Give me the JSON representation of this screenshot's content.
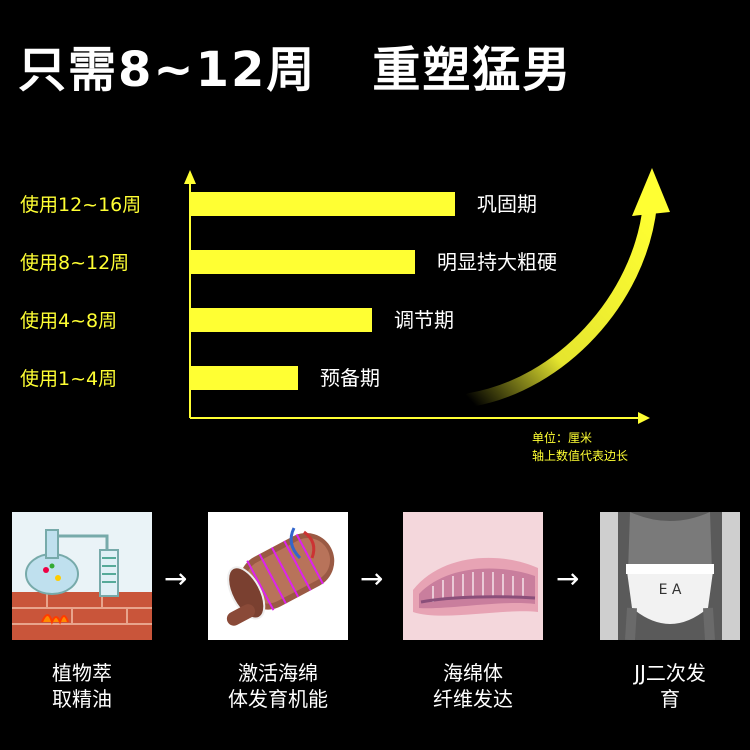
{
  "title": {
    "left": "只需8~12周",
    "right": "重塑猛男"
  },
  "chart_data": {
    "type": "bar",
    "orientation": "horizontal",
    "categories": [
      "使用12~16周",
      "使用8~12周",
      "使用4~8周",
      "使用1~4周"
    ],
    "values": [
      265,
      225,
      182,
      108
    ],
    "bar_labels": [
      "巩固期",
      "明显持大粗硬",
      "调节期",
      "预备期"
    ],
    "xlim": [
      0,
      440
    ],
    "unit_note": [
      "单位：厘米",
      "轴上数值代表边长"
    ],
    "bar_color": "#ffff33",
    "axis_color": "#ffff33",
    "category_label_color": "#ffff33",
    "grid": false,
    "legend": "none"
  },
  "steps": [
    {
      "caption": "植物萃\n取精油",
      "icon": "distillation-apparatus-icon"
    },
    {
      "caption": "激活海绵\n体发育机能",
      "icon": "tissue-cross-section-icon"
    },
    {
      "caption": "海绵体\n纤维发达",
      "icon": "microscope-slide-icon"
    },
    {
      "caption": "JJ二次发\n育",
      "icon": "underwear-model-icon"
    }
  ],
  "arrow_glyph": "→"
}
